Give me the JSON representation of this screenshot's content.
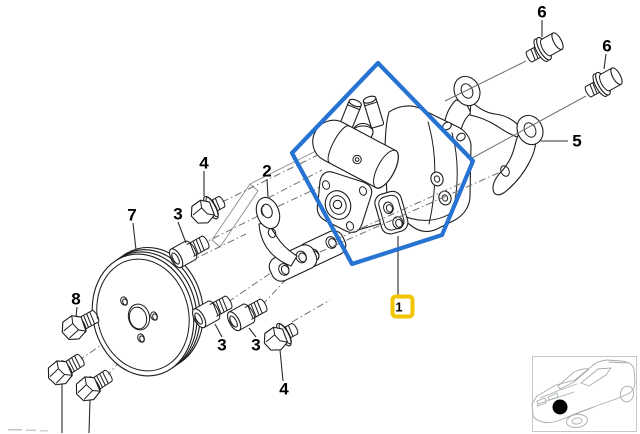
{
  "diagram": {
    "callouts": [
      {
        "id": "callout-1",
        "label": "1",
        "highlighted": true
      },
      {
        "id": "callout-2",
        "label": "2"
      },
      {
        "id": "callout-3-top",
        "label": "3"
      },
      {
        "id": "callout-3-bottom-left",
        "label": "3"
      },
      {
        "id": "callout-3-bottom-right",
        "label": "3"
      },
      {
        "id": "callout-4-top",
        "label": "4"
      },
      {
        "id": "callout-4-bottom",
        "label": "4"
      },
      {
        "id": "callout-5",
        "label": "5"
      },
      {
        "id": "callout-6-left",
        "label": "6"
      },
      {
        "id": "callout-6-right",
        "label": "6"
      },
      {
        "id": "callout-7",
        "label": "7"
      },
      {
        "id": "callout-8",
        "label": "8"
      }
    ],
    "colors": {
      "selection_blue": "#2673d2",
      "highlight_yellow": "#f2c500",
      "line_black": "#1c1c1c",
      "guide_gray": "#6f6f6f",
      "car_gray": "#a7adb0"
    },
    "parts": {
      "selected_part": "power-steering-pump",
      "pulley": "pulley",
      "bracket_front": "bracket-2",
      "bracket_rear": "bracket-5"
    },
    "thumbnail": {
      "icon": "car-location-icon",
      "marker": "engine-bay-dot"
    }
  }
}
